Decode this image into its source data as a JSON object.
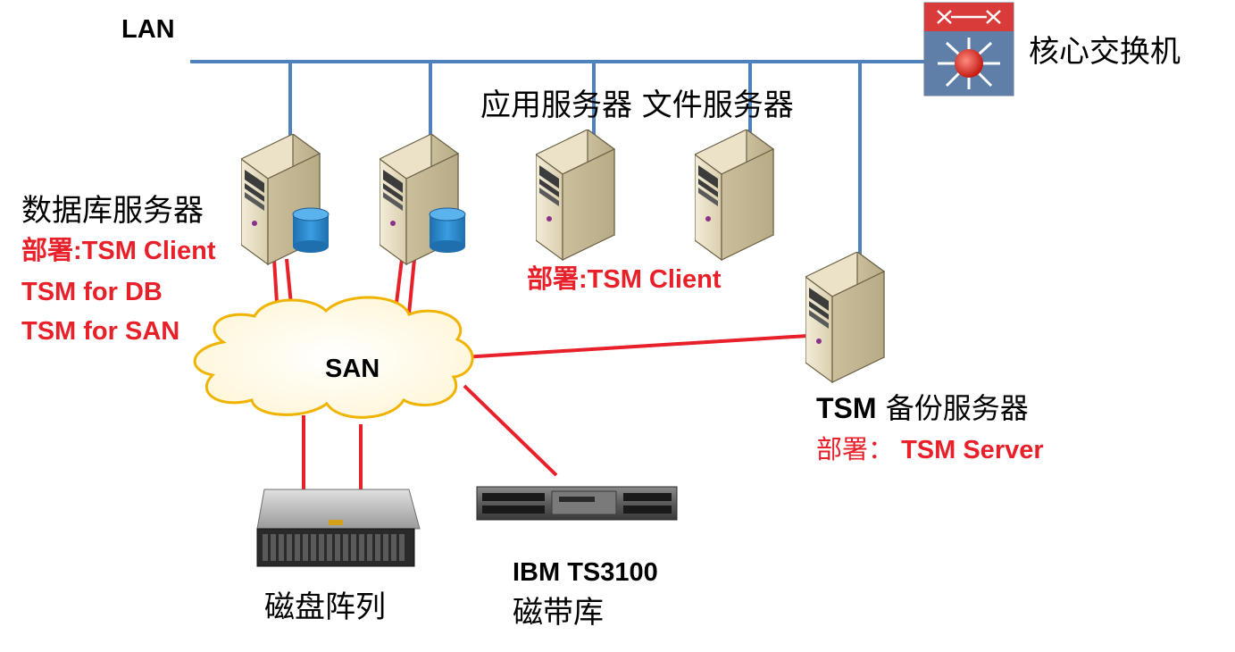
{
  "lan_label": "LAN",
  "core_switch_label": "核心交换机",
  "app_file_servers_label": "应用服务器 文件服务器",
  "db_servers": {
    "label": "数据库服务器",
    "deploy": "部署:TSM Client",
    "line2": "TSM for DB",
    "line3": "TSM for SAN"
  },
  "app_servers_deploy": "部署:TSM Client",
  "san_label": "SAN",
  "backup_server": {
    "prefix": "TSM",
    "label": " 备份服务器",
    "deploy_prefix": "部署：",
    "deploy_value": " TSM Server"
  },
  "disk_array_label": "磁盘阵列",
  "tape_library": {
    "model": "IBM TS3100",
    "label": "磁带库"
  },
  "colors": {
    "lan_line": "#4f81bd",
    "san_line": "#e8202a",
    "red_text": "#e8202a",
    "cloud_stroke": "#f0b400",
    "db_cylinder": "#2e86c8",
    "server_body": "#e6dcc2"
  }
}
